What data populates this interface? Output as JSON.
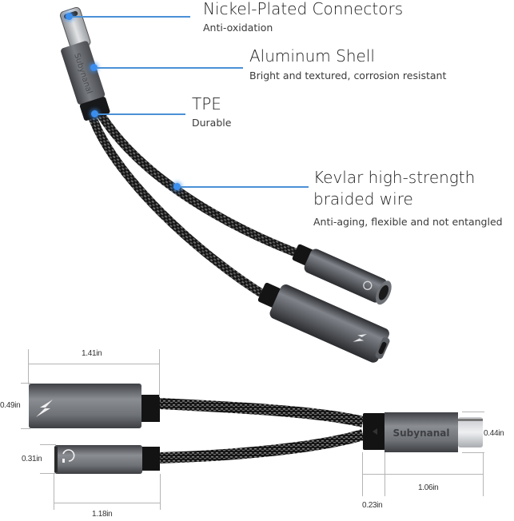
{
  "callouts": [
    {
      "title": "Nickel-Plated Connectors",
      "subtitle": "Anti-oxidation"
    },
    {
      "title": "Aluminum Shell",
      "subtitle": "Bright and textured, corrosion resistant"
    },
    {
      "title": "TPE",
      "subtitle": "Durable"
    },
    {
      "title_line1": "Kevlar high-strength",
      "title_line2": "braided wire",
      "subtitle": "Anti-aging, flexible and not entangled"
    }
  ],
  "product": {
    "brand": "Subynanal",
    "ports": [
      {
        "type": "Lightning charging port",
        "icon": "lightning-icon"
      },
      {
        "type": "3.5mm headphone jack",
        "icon": "headphone-icon"
      }
    ],
    "plug": {
      "type": "USB-C",
      "icon": "usb-c-plug"
    }
  },
  "dimensions": {
    "lightning_length": "1.41in",
    "lightning_height": "0.49in",
    "audio_height": "0.31in",
    "audio_length": "1.18in",
    "usbc_height": "0.44in",
    "usbc_boot_length": "0.23in",
    "usbc_body_length": "1.06in"
  },
  "colors": {
    "callout_line": "#4a90d6",
    "callout_dot": "#3a8ef0",
    "aluminum": "#6b6e73",
    "braid": "#1b1b1b"
  }
}
